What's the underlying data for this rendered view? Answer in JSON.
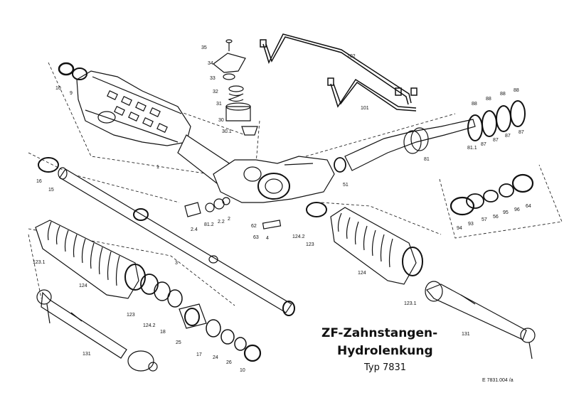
{
  "title": {
    "line1": "ZF-Zahnstangen-",
    "line2": "Hydrolenkung",
    "line3": "Typ 7831"
  },
  "drawing_code": "E 7831.004 /a",
  "callouts": [
    {
      "id": "c35",
      "text": "35"
    },
    {
      "id": "c34",
      "text": "34"
    },
    {
      "id": "c33",
      "text": "33"
    },
    {
      "id": "c32",
      "text": "32"
    },
    {
      "id": "c31",
      "text": "31"
    },
    {
      "id": "c30",
      "text": "30"
    },
    {
      "id": "c301",
      "text": "30.1"
    },
    {
      "id": "c10a",
      "text": "10"
    },
    {
      "id": "c9",
      "text": "9"
    },
    {
      "id": "c1",
      "text": "1"
    },
    {
      "id": "c16",
      "text": "16"
    },
    {
      "id": "c15",
      "text": "15"
    },
    {
      "id": "c102",
      "text": "102"
    },
    {
      "id": "c101",
      "text": "101"
    },
    {
      "id": "c88a",
      "text": "88"
    },
    {
      "id": "c88b",
      "text": "88"
    },
    {
      "id": "c88c",
      "text": "88"
    },
    {
      "id": "c88d",
      "text": "88"
    },
    {
      "id": "c811",
      "text": "81.1"
    },
    {
      "id": "c87a",
      "text": "87"
    },
    {
      "id": "c87b",
      "text": "87"
    },
    {
      "id": "c87c",
      "text": "87"
    },
    {
      "id": "c87d",
      "text": "87"
    },
    {
      "id": "c81",
      "text": "81"
    },
    {
      "id": "c51",
      "text": "51"
    },
    {
      "id": "c24a",
      "text": "2.4"
    },
    {
      "id": "c812",
      "text": "81.2"
    },
    {
      "id": "c22",
      "text": "2.2"
    },
    {
      "id": "c2",
      "text": "2"
    },
    {
      "id": "c62",
      "text": "62"
    },
    {
      "id": "c63",
      "text": "63"
    },
    {
      "id": "c4",
      "text": "4"
    },
    {
      "id": "c1242a",
      "text": "124.2"
    },
    {
      "id": "c123a",
      "text": "123"
    },
    {
      "id": "c94",
      "text": "94"
    },
    {
      "id": "c93",
      "text": "93"
    },
    {
      "id": "c57",
      "text": "57"
    },
    {
      "id": "c56",
      "text": "56"
    },
    {
      "id": "c95",
      "text": "95"
    },
    {
      "id": "c96",
      "text": "96"
    },
    {
      "id": "c64",
      "text": "64"
    },
    {
      "id": "c1231a",
      "text": "123.1"
    },
    {
      "id": "c124a",
      "text": "124"
    },
    {
      "id": "c3",
      "text": "3"
    },
    {
      "id": "c124b",
      "text": "124"
    },
    {
      "id": "c1231b",
      "text": "123.1"
    },
    {
      "id": "c123b",
      "text": "123"
    },
    {
      "id": "c1242b",
      "text": "124.2"
    },
    {
      "id": "c18",
      "text": "18"
    },
    {
      "id": "c25",
      "text": "25"
    },
    {
      "id": "c17",
      "text": "17"
    },
    {
      "id": "c24b",
      "text": "24"
    },
    {
      "id": "c26",
      "text": "26"
    },
    {
      "id": "c10b",
      "text": "10"
    },
    {
      "id": "c131a",
      "text": "131"
    },
    {
      "id": "c131b",
      "text": "131"
    }
  ]
}
